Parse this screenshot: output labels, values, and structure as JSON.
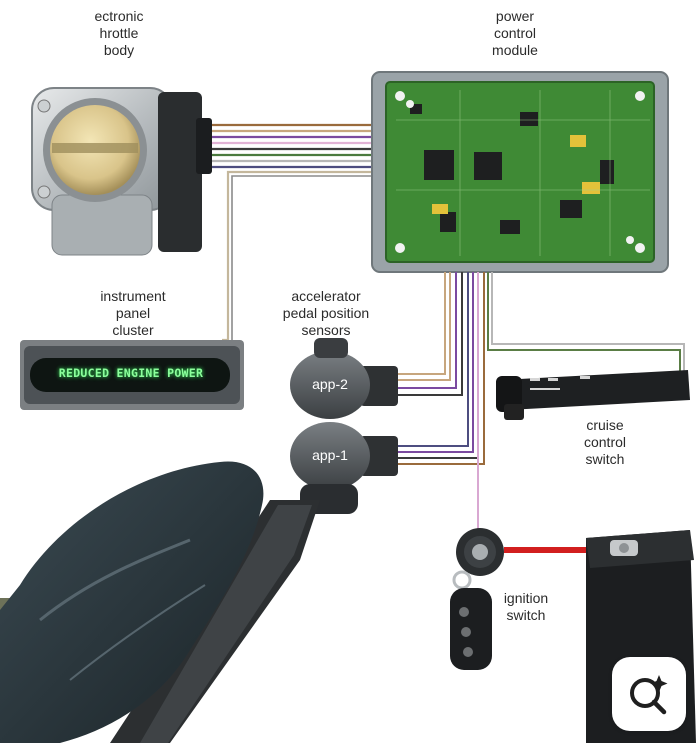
{
  "labels": {
    "throttle_body": [
      "ectronic",
      "hrottle",
      "body"
    ],
    "pcm": [
      "power",
      "control",
      "module"
    ],
    "ipc": [
      "instrument",
      "panel",
      "cluster"
    ],
    "app": [
      "accelerator",
      "pedal position",
      "sensors"
    ],
    "cruise": [
      "cruise",
      "control",
      "switch"
    ],
    "ignition": [
      "ignition",
      "switch"
    ]
  },
  "cluster_message": "REDUCED ENGINE POWER",
  "sensors": {
    "app2": "app-2",
    "app1": "app-1"
  },
  "colors": {
    "pcm_board": "#3f8a35",
    "pcm_case": "#9aa3a8",
    "cluster_text": "#8cff9c",
    "ignition_wire": "#d21f1f",
    "shoe": "#243137"
  },
  "icons": {
    "visual_search": "lens-sparkle-icon"
  }
}
